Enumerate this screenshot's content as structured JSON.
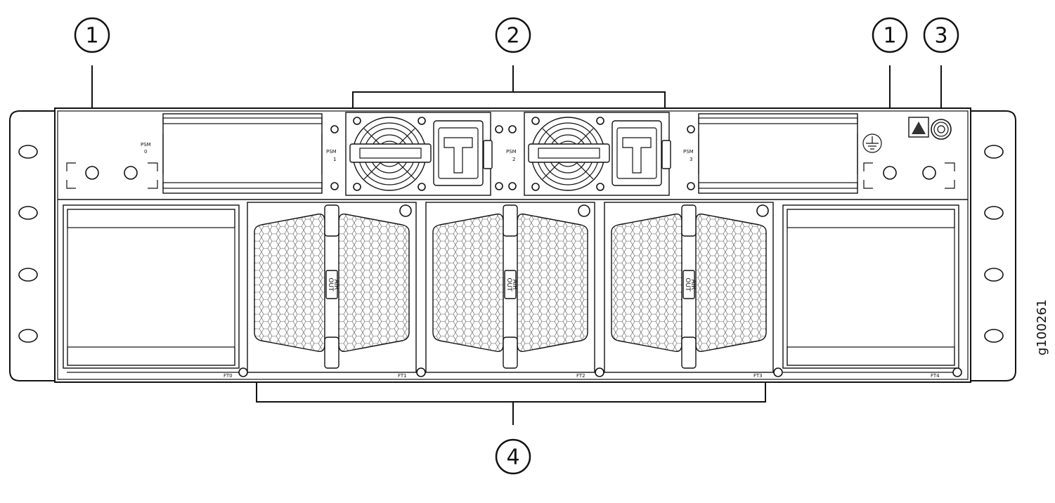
{
  "callouts": {
    "c1_left": "1",
    "c2": "2",
    "c1_right": "1",
    "c3": "3",
    "c4": "4"
  },
  "psm_labels": {
    "psm0": [
      "PSM",
      "0"
    ],
    "psm1": [
      "PSM",
      "1"
    ],
    "psm2": [
      "PSM",
      "2"
    ],
    "psm3": [
      "PSM",
      "3"
    ]
  },
  "fan_tray_labels": {
    "ft0": "FT0",
    "ft1": "FT1",
    "ft2": "FT2",
    "ft3": "FT3",
    "ft4": "FT4"
  },
  "air_out_label": [
    "AIR",
    "OUT"
  ],
  "figure_id": "g100261"
}
